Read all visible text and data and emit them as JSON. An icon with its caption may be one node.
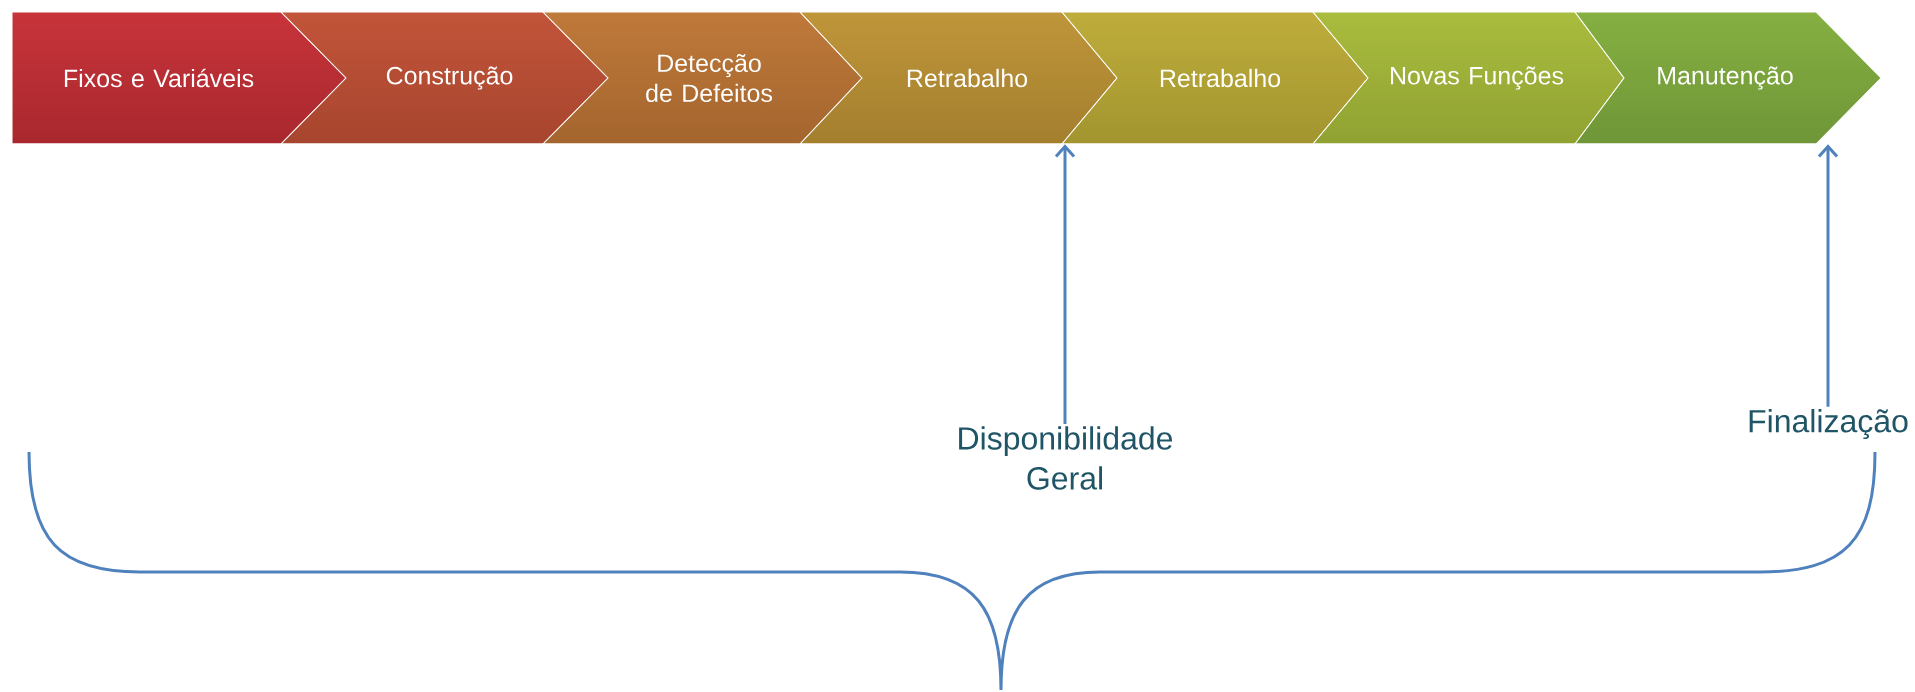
{
  "diagram": {
    "nodes": [
      {
        "text": [
          "Fixos e Variáveis"
        ]
      },
      {
        "text": [
          "Construção"
        ]
      },
      {
        "text": [
          "Detecção de Defeitos"
        ]
      },
      {
        "text": [
          "Retrabalho"
        ]
      },
      {
        "text": [
          "Retrabalho"
        ]
      },
      {
        "text": [
          "Novas Funções"
        ]
      },
      {
        "text": [
          "Manutenção"
        ]
      },
      {
        "text": [
          "Disponibilidade Geral"
        ]
      },
      {
        "text": [
          "Finalização"
        ]
      }
    ],
    "edges": [
      {
        "from": 7,
        "to": 4,
        "arrow": "to"
      },
      {
        "from": 8,
        "to": 6,
        "arrow": "to"
      }
    ]
  }
}
